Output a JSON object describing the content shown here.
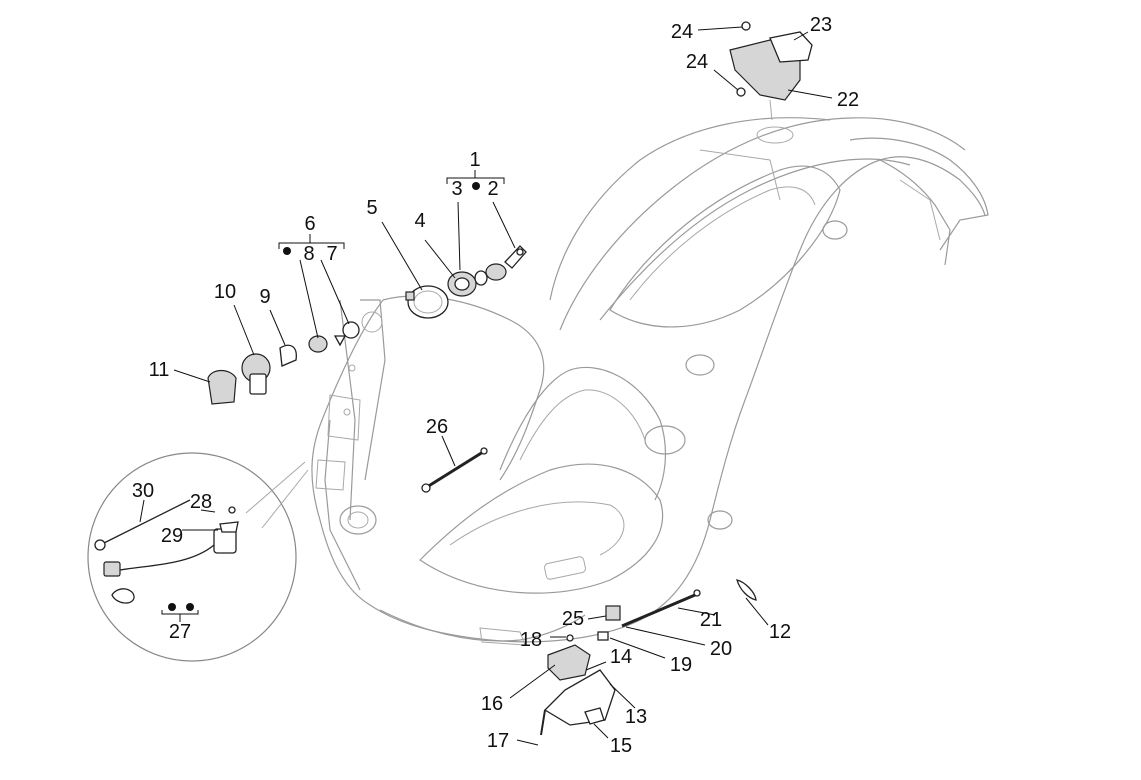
{
  "callouts": {
    "c1": "1",
    "c2": "2",
    "c3": "3",
    "c4": "4",
    "c5": "5",
    "c6": "6",
    "c7": "7",
    "c8": "8",
    "c9": "9",
    "c10": "10",
    "c11": "11",
    "c12": "12",
    "c13": "13",
    "c14": "14",
    "c15": "15",
    "c16": "16",
    "c17": "17",
    "c18": "18",
    "c19": "19",
    "c20": "20",
    "c21": "21",
    "c22": "22",
    "c23": "23",
    "c24a": "24",
    "c24b": "24",
    "c25": "25",
    "c26": "26",
    "c27": "27",
    "c28": "28",
    "c29": "29",
    "c30": "30"
  },
  "colors": {
    "frame_line": "#9a9a9a",
    "part_line": "#222222",
    "text": "#111111"
  }
}
